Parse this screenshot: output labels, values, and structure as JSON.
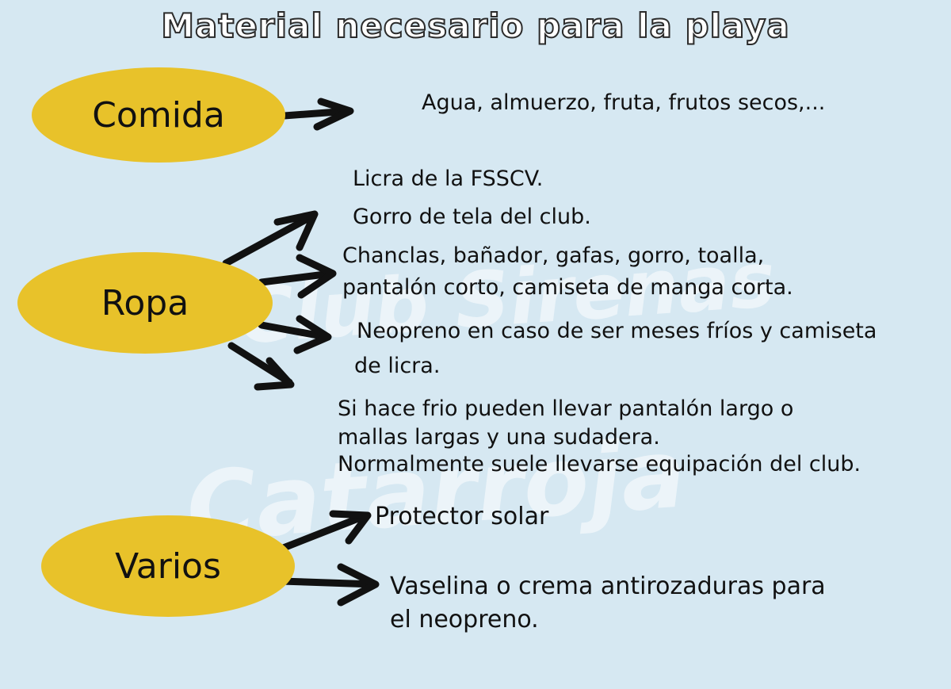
{
  "title": "Material necesario para la playa",
  "watermark": {
    "line1": "Club Sirenas",
    "line2": "Catarroja"
  },
  "categories": {
    "comida": "Comida",
    "ropa": "Ropa",
    "varios": "Varios"
  },
  "items": {
    "comida_1": "Agua, almuerzo, fruta, frutos secos,...",
    "ropa_1": "Licra de la FSSCV.",
    "ropa_2": "Gorro de tela del club.",
    "ropa_3a": "Chanclas, bañador, gafas, gorro, toalla,",
    "ropa_3b": "pantalón corto, camiseta de manga corta.",
    "ropa_4a": "Neopreno en caso de ser meses fríos y camiseta",
    "ropa_4b": "de licra.",
    "ropa_5a": "Si hace frio pueden llevar pantalón largo o",
    "ropa_5b": "mallas largas y una sudadera.",
    "ropa_5c": "Normalmente suele llevarse equipación del club.",
    "varios_1": "Protector solar",
    "varios_2a": "Vaselina o crema antirozaduras para",
    "varios_2b": "el neopreno."
  },
  "colors": {
    "background": "#d6e8f2",
    "ellipse": "#e8c22a",
    "arrow": "#111111"
  }
}
